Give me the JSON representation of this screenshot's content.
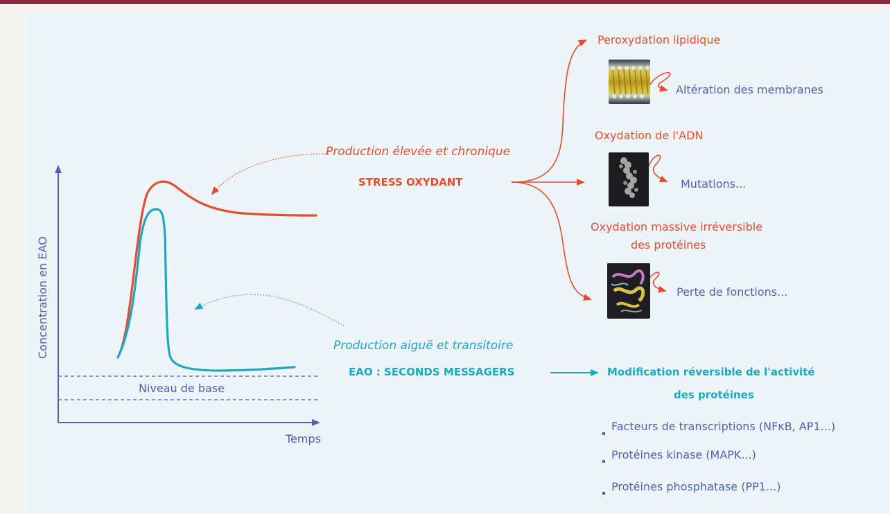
{
  "axes": {
    "y_label": "Concentration en EAO",
    "x_label": "Temps"
  },
  "baseline_label": "Niveau de base",
  "stress": {
    "production_label": "Production élevée et chronique",
    "title": "STRESS OXYDANT",
    "outcomes": [
      {
        "cause": "Peroxydation lipidique",
        "effect": "Altération des membranes",
        "icon": "lipid-membrane-image"
      },
      {
        "cause": "Oxydation de l'ADN",
        "effect": "Mutations...",
        "icon": "dna-image"
      },
      {
        "cause_line1": "Oxydation massive irréversible",
        "cause_line2": "des protéines",
        "effect": "Perte de fonctions...",
        "icon": "protein-structure-image"
      }
    ]
  },
  "messengers": {
    "production_label": "Production aiguë et transitoire",
    "title": "EAO : SECONDS MESSAGERS",
    "result_line1": "Modification réversible de l'activité",
    "result_line2": "des protéines",
    "list": [
      "Facteurs de transcriptions (NFκB, AP1...)",
      "Protéines kinase (MAPK...)",
      "Protéines phosphatase (PP1...)"
    ]
  },
  "colors": {
    "stress": "#e84b2e",
    "messengers": "#1aa9c2",
    "axis": "#4b63b1",
    "text_blue": "#4b63b1",
    "top_rule": "#8b2d3c"
  }
}
